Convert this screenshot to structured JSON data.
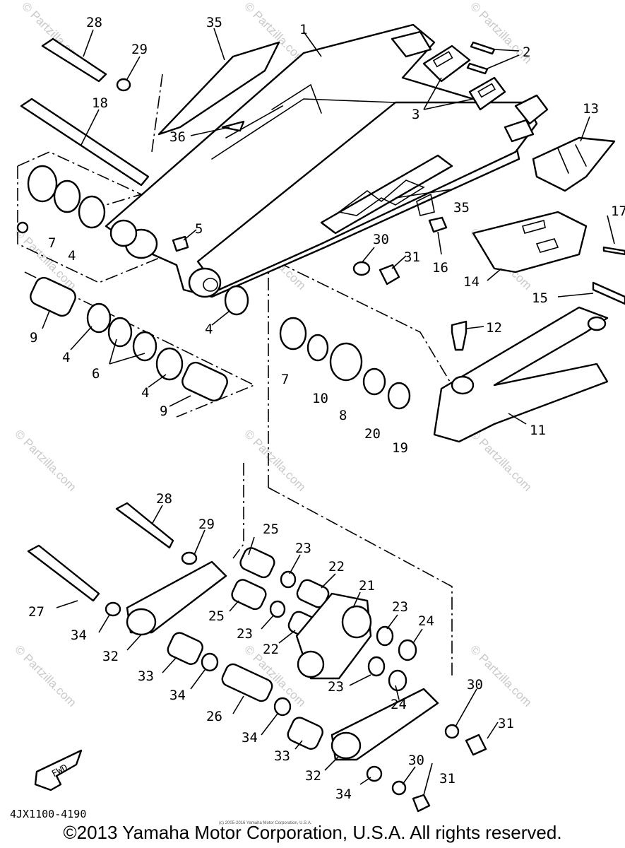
{
  "diagram": {
    "callouts": [
      "28",
      "29",
      "35",
      "1",
      "2",
      "3",
      "18",
      "36",
      "13",
      "17",
      "5",
      "30",
      "31",
      "16",
      "14",
      "15",
      "12",
      "7",
      "4",
      "9",
      "6",
      "10",
      "8",
      "20",
      "19",
      "11",
      "25",
      "23",
      "22",
      "21",
      "24",
      "27",
      "34",
      "32",
      "33",
      "26"
    ],
    "watermark_text": "© Partzilla.com",
    "fwd_label": "FWD",
    "diagram_code": "4JX1100-4190",
    "small_copyright": "(c) 2005-2016 Yamaha Motor Corporation, U.S.A.",
    "copyright": "©2013 Yamaha Motor Corporation, U.S.A. All rights reserved."
  },
  "colors": {
    "line": "#000000",
    "background": "#ffffff",
    "watermark": "#c9c9c9"
  },
  "icons": [
    "fwd-arrow-icon"
  ]
}
